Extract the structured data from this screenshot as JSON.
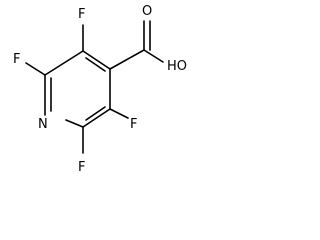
{
  "molecule": {
    "atoms": {
      "f_top": "F",
      "f_left": "F",
      "n_ring": "N",
      "f_bottom_left": "F",
      "f_right": "F",
      "o_carbonyl": "O",
      "oh": "HO"
    }
  }
}
